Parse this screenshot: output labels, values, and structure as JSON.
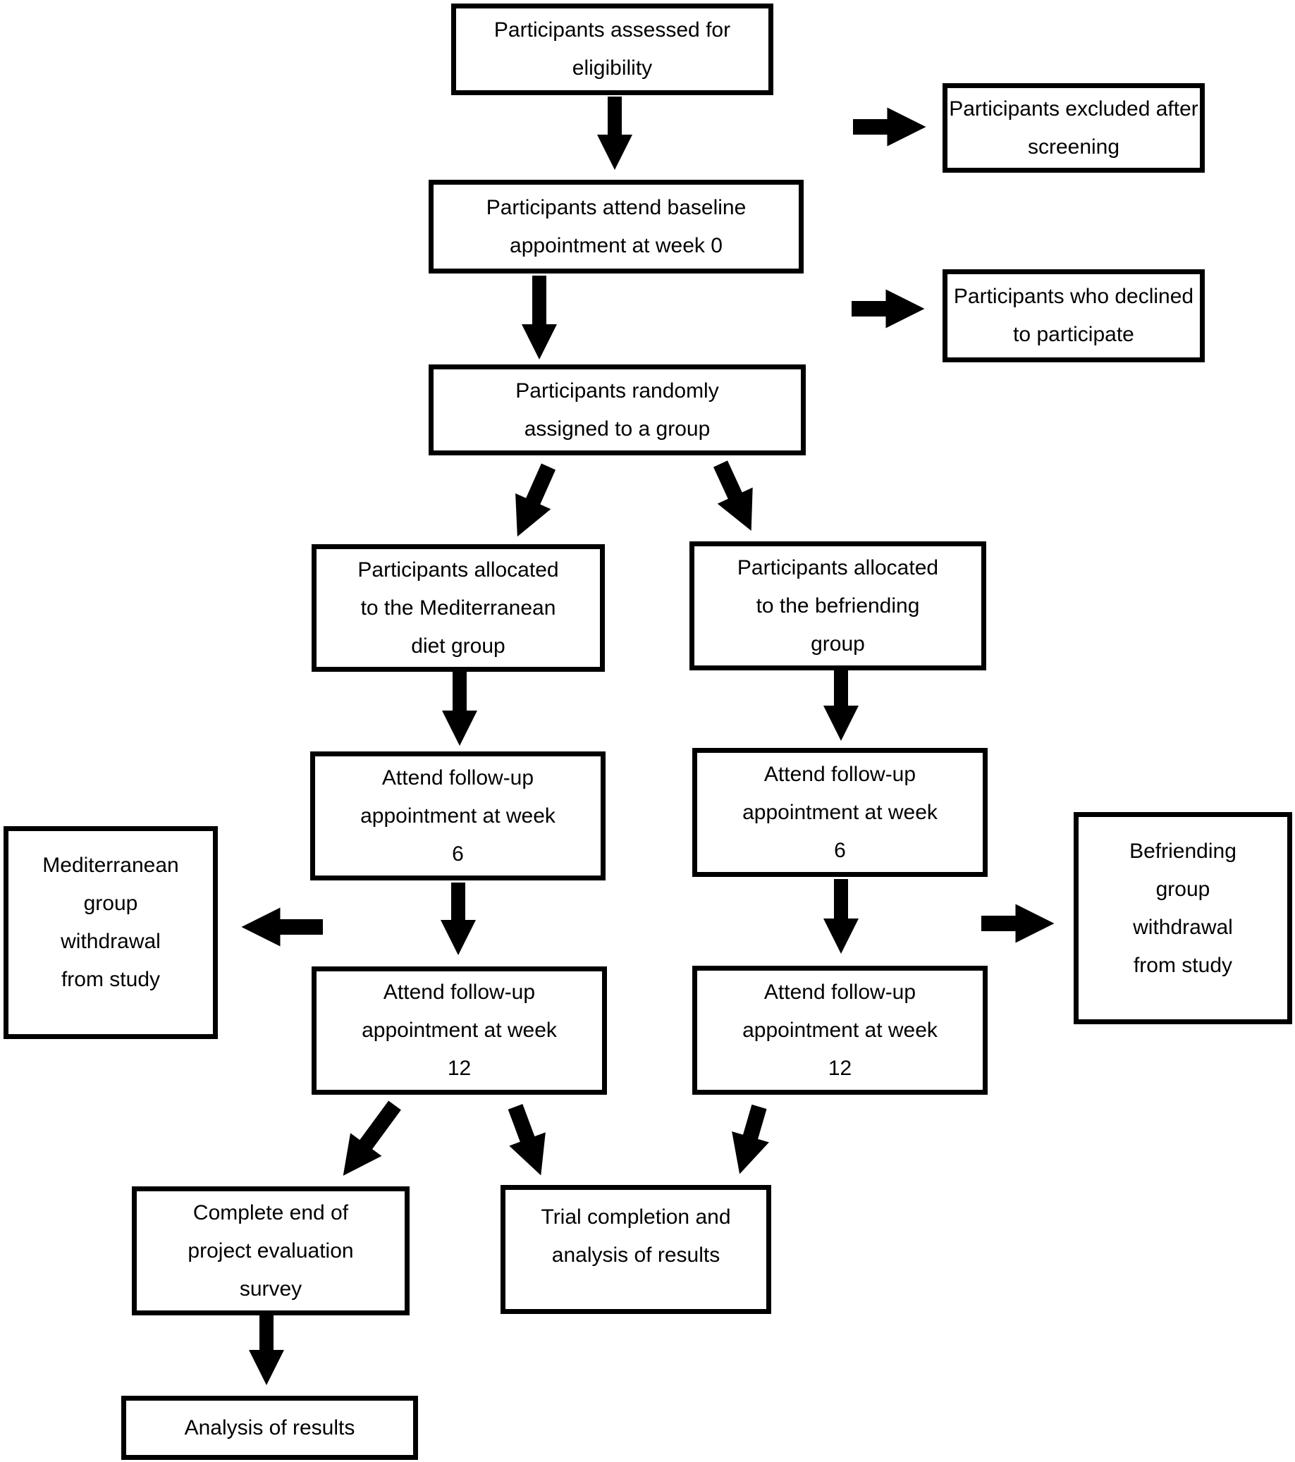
{
  "diagram": {
    "type": "flowchart",
    "description": "Randomised trial participant flow diagram",
    "colors": {
      "ink": "#000000",
      "paper": "#ffffff"
    }
  },
  "nodes": {
    "assessed": {
      "label": "Participants assessed for\neligibility"
    },
    "excluded": {
      "label": "Participants excluded after\nscreening"
    },
    "baseline": {
      "label": "Participants attend baseline\nappointment at week 0"
    },
    "declined": {
      "label": "Participants who declined\nto participate"
    },
    "randomized": {
      "label": "Participants randomly\nassigned to a group"
    },
    "med_alloc": {
      "label": "Participants allocated\nto the Mediterranean\ndiet group"
    },
    "bef_alloc": {
      "label": "Participants allocated\nto the befriending\ngroup"
    },
    "med_week6": {
      "label": "Attend follow-up\nappointment at week\n6"
    },
    "bef_week6": {
      "label": "Attend follow-up\nappointment at week\n6"
    },
    "med_withdrawal": {
      "label": "Mediterranean\ngroup\nwithdrawal\nfrom study"
    },
    "bef_withdrawal": {
      "label": "Befriending\ngroup\nwithdrawal\nfrom study"
    },
    "med_week12": {
      "label": "Attend follow-up\nappointment at week\n12"
    },
    "bef_week12": {
      "label": "Attend follow-up\nappointment at week\n12"
    },
    "survey": {
      "label": "Complete end of\nproject evaluation\nsurvey"
    },
    "trial_completion": {
      "label": "Trial completion and\nanalysis of results"
    },
    "analysis": {
      "label": "Analysis of results"
    }
  },
  "edges": [
    {
      "from": "assessed",
      "to": "baseline"
    },
    {
      "from": "assessed",
      "to": "excluded"
    },
    {
      "from": "baseline",
      "to": "randomized"
    },
    {
      "from": "baseline",
      "to": "declined"
    },
    {
      "from": "randomized",
      "to": "med_alloc"
    },
    {
      "from": "randomized",
      "to": "bef_alloc"
    },
    {
      "from": "med_alloc",
      "to": "med_week6"
    },
    {
      "from": "bef_alloc",
      "to": "bef_week6"
    },
    {
      "from": "med_week6",
      "to": "med_week12"
    },
    {
      "from": "med_week6",
      "to": "med_withdrawal"
    },
    {
      "from": "bef_week6",
      "to": "bef_withdrawal"
    },
    {
      "from": "bef_week6",
      "to": "bef_week12"
    },
    {
      "from": "med_week12",
      "to": "survey"
    },
    {
      "from": "med_week12",
      "to": "trial_completion"
    },
    {
      "from": "bef_week12",
      "to": "trial_completion"
    },
    {
      "from": "survey",
      "to": "analysis"
    }
  ]
}
